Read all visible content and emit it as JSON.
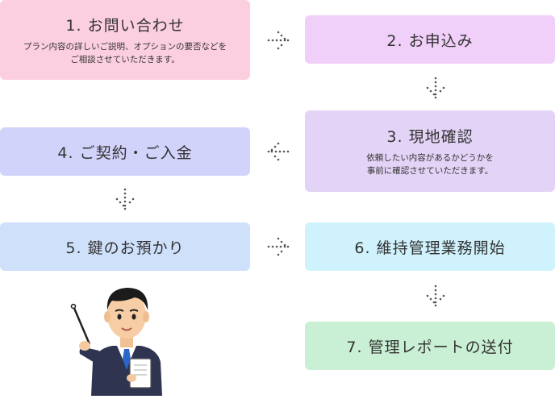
{
  "steps": [
    {
      "title": "1. お問い合わせ",
      "desc_line1": "プラン内容の詳しいご説明、オプションの要否などを",
      "desc_line2": "ご相談させていただきます。"
    },
    {
      "title": "2. お申込み"
    },
    {
      "title": "3. 現地確認",
      "desc_line1": "依頼したい内容があるかどうかを",
      "desc_line2": "事前に確認させていただきます。"
    },
    {
      "title": "4. ご契約・ご入金"
    },
    {
      "title": "5. 鍵のお預かり"
    },
    {
      "title": "6. 維持管理業務開始"
    },
    {
      "title": "7. 管理レポートの送付"
    }
  ],
  "colors": {
    "step1": "#fccfe0",
    "step2": "#f0cff8",
    "step3": "#e3d3f7",
    "step4": "#d2d3fb",
    "step5": "#cfe0fb",
    "step6": "#cff2fc",
    "step7": "#c9f0d4",
    "arrow": "#555555"
  },
  "arrows": [
    {
      "from": 1,
      "to": 2,
      "direction": "right",
      "icon": "dotted-arrow-right"
    },
    {
      "from": 2,
      "to": 3,
      "direction": "down",
      "icon": "dotted-arrow-down"
    },
    {
      "from": 3,
      "to": 4,
      "direction": "left",
      "icon": "dotted-arrow-left"
    },
    {
      "from": 4,
      "to": 5,
      "direction": "down",
      "icon": "dotted-arrow-down"
    },
    {
      "from": 5,
      "to": 6,
      "direction": "right",
      "icon": "dotted-arrow-right"
    },
    {
      "from": 6,
      "to": 7,
      "direction": "down",
      "icon": "dotted-arrow-down"
    }
  ],
  "illustration": {
    "icon": "businessman-with-pointer-illustration"
  }
}
